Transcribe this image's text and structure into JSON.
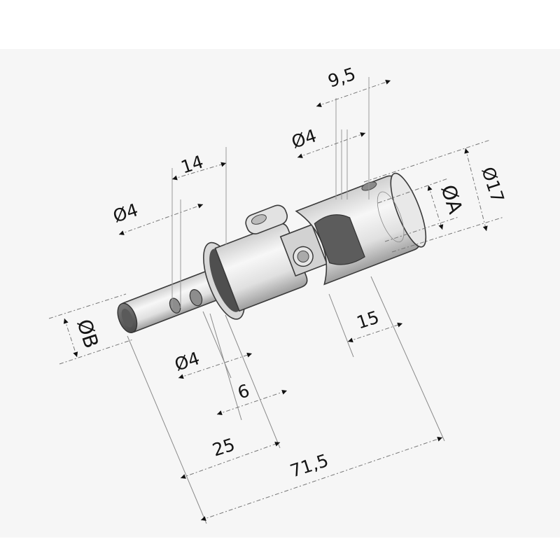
{
  "drawing": {
    "subject": "Universal joint",
    "background_color": "#f6f6f6",
    "margin_color": "#ffffff",
    "line_color": "#777777",
    "text_color": "#141414"
  },
  "dimensions": {
    "pin_pitch_top": "9,5",
    "hole_dia_top": "Ø4",
    "outer_dia": "Ø17",
    "bore_dia_a": "ØA",
    "shaft_hole_spacing": "14",
    "shaft_hole_dia": "Ø4",
    "shaft_dia_b": "ØB",
    "lower_hole_dia": "Ø4",
    "collar_width": "6",
    "shaft_length": "25",
    "hub_length": "15",
    "overall_length": "71,5"
  }
}
